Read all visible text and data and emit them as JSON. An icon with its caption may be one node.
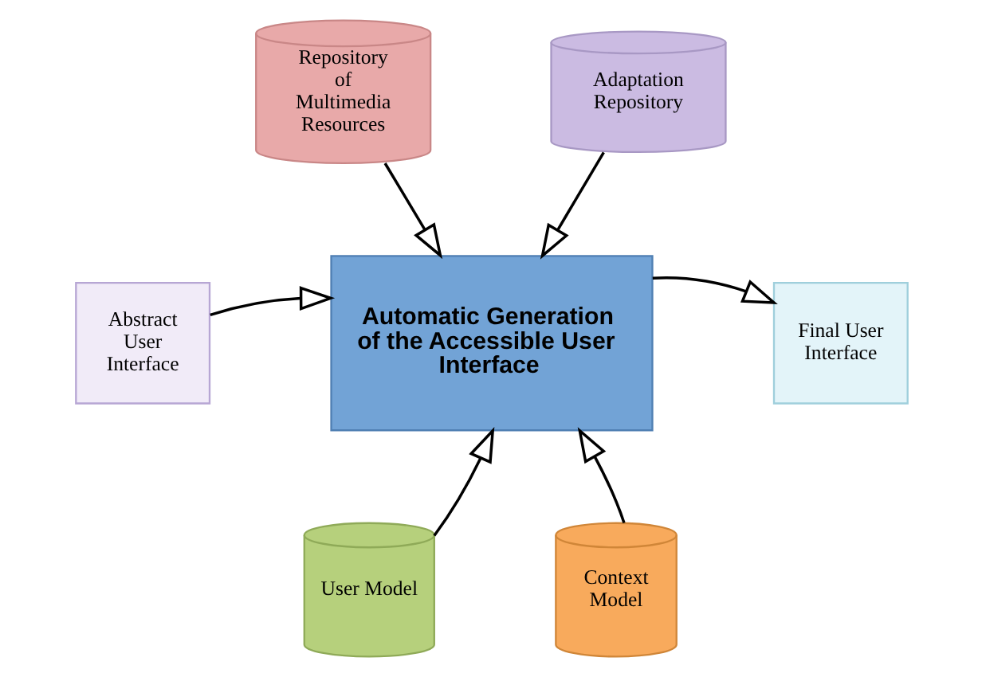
{
  "diagram": {
    "nodes": [
      {
        "text": [
          "Repository of Multimedia Resources"
        ]
      },
      {
        "text": [
          "Adaptation Repository"
        ]
      },
      {
        "text": [
          "Abstract User Interface"
        ]
      },
      {
        "text": [
          "Automatic Generation of the Accessible User Interface"
        ]
      },
      {
        "text": [
          "Final User Interface"
        ]
      },
      {
        "text": [
          "User Model"
        ]
      },
      {
        "text": [
          "Context Model"
        ]
      }
    ],
    "edges": [
      {
        "from": 0,
        "to": 3,
        "arrow": "to"
      },
      {
        "from": 1,
        "to": 3,
        "arrow": "to"
      },
      {
        "from": 2,
        "to": 3,
        "arrow": "to"
      },
      {
        "from": 3,
        "to": 4,
        "arrow": "to"
      },
      {
        "from": 5,
        "to": 3,
        "arrow": "to"
      },
      {
        "from": 6,
        "to": 3,
        "arrow": "to"
      }
    ]
  }
}
